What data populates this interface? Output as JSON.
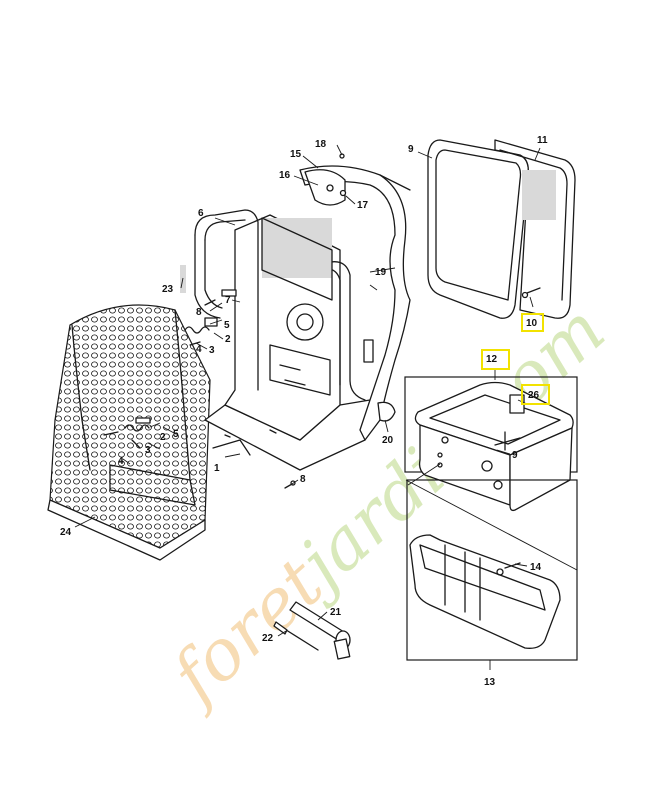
{
  "diagram": {
    "callouts": [
      {
        "id": "c1",
        "label": "1"
      },
      {
        "id": "c2a",
        "label": "2"
      },
      {
        "id": "c2b",
        "label": "2"
      },
      {
        "id": "c3a",
        "label": "3"
      },
      {
        "id": "c3b",
        "label": "3"
      },
      {
        "id": "c4a",
        "label": "4"
      },
      {
        "id": "c4b",
        "label": "4"
      },
      {
        "id": "c5a",
        "label": "5"
      },
      {
        "id": "c5b",
        "label": "5"
      },
      {
        "id": "c6",
        "label": "6"
      },
      {
        "id": "c7",
        "label": "7"
      },
      {
        "id": "c8a",
        "label": "8"
      },
      {
        "id": "c8b",
        "label": "8"
      },
      {
        "id": "c9a",
        "label": "9"
      },
      {
        "id": "c9b",
        "label": "9"
      },
      {
        "id": "c10",
        "label": "10"
      },
      {
        "id": "c11",
        "label": "11"
      },
      {
        "id": "c12",
        "label": "12"
      },
      {
        "id": "c13",
        "label": "13"
      },
      {
        "id": "c14",
        "label": "14"
      },
      {
        "id": "c15",
        "label": "15"
      },
      {
        "id": "c16",
        "label": "16"
      },
      {
        "id": "c17",
        "label": "17"
      },
      {
        "id": "c18",
        "label": "18"
      },
      {
        "id": "c19",
        "label": "19"
      },
      {
        "id": "c20",
        "label": "20"
      },
      {
        "id": "c21",
        "label": "21"
      },
      {
        "id": "c22",
        "label": "22"
      },
      {
        "id": "c23",
        "label": "23"
      },
      {
        "id": "c24",
        "label": "24"
      },
      {
        "id": "c26",
        "label": "26"
      }
    ],
    "highlighted": [
      "10",
      "12",
      "26"
    ],
    "highlight_color": "#f2e200",
    "watermark": {
      "prefix": "foret",
      "suffix": "jardin.com",
      "color_prefix": "#f6d6a8",
      "color_suffix": "#d3e6b0"
    }
  }
}
